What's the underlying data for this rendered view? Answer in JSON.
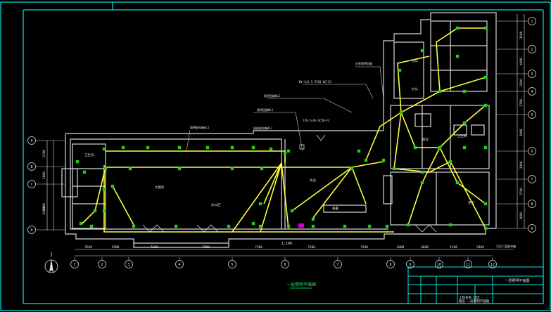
{
  "title_block": {
    "drawing_name": "一层照明平面图",
    "row1": "工程名称  校区 · · · · ·",
    "row2": "图名  一层照明平面图"
  },
  "caption": "一层照明平面图",
  "scale_note": "1:100",
  "grid_bottom": [
    "1",
    "2",
    "3",
    "4",
    "5",
    "6",
    "7",
    "8",
    "9",
    "10",
    "11",
    "12"
  ],
  "grid_left": [
    "A",
    "B",
    "C",
    "D"
  ],
  "grid_right": [
    "1",
    "2",
    "3",
    "4",
    "5",
    "6",
    "7",
    "8",
    "9"
  ],
  "dims_bottom": [
    "3500",
    "3900",
    "7200",
    "7200",
    "7200",
    "7200",
    "7200",
    "3000",
    "6000",
    "1500",
    "5400"
  ],
  "dims_left": [
    "5100",
    "1800",
    "2100",
    "5400"
  ],
  "dims_right": [
    "3600",
    "4800",
    "3600",
    "2700",
    "3900",
    "3900",
    "2700",
    "3600"
  ],
  "room_labels": [
    "大厨房",
    "办公区",
    "商业",
    "备餐",
    "卫生间",
    "库房",
    "卫生间",
    "办公",
    "办公",
    "更衣"
  ],
  "annotations": [
    "照明配电箱AL1",
    "插座配电箱AL2",
    "照明回路WL1",
    "照明回路WL2",
    "BV-3×2.5 PC20 WC/CC",
    "YJV-5×16-SC50-FC",
    "应急照明回路",
    "引至二层配电箱"
  ],
  "colors": {
    "frame": "#00e5e5",
    "wall": "#d8d8d8",
    "wire": "#ffff3a",
    "fixture": "#22cc22",
    "text": "#e6e6e6"
  }
}
